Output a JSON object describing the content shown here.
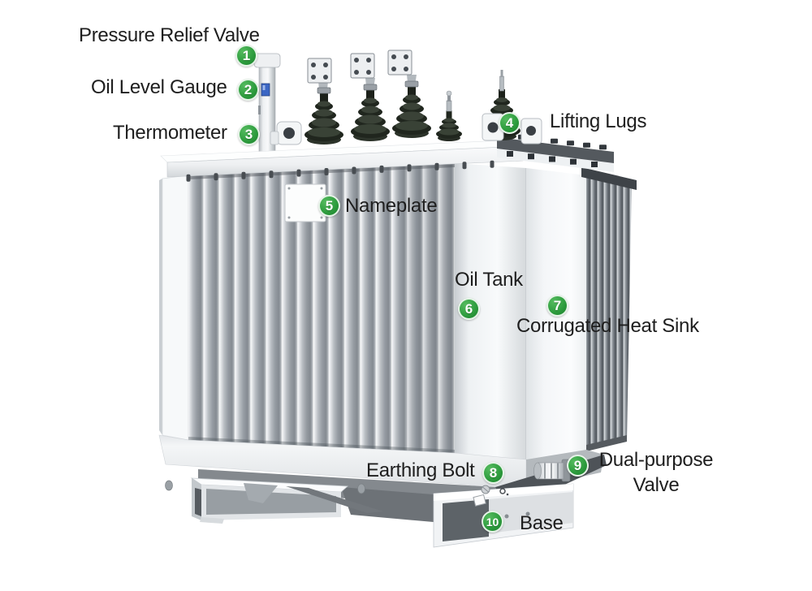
{
  "figure": {
    "type": "labeled-parts-diagram",
    "subject": "oil-immersed distribution transformer",
    "background": "#ffffff"
  },
  "colors": {
    "badge_green": "#2f9e3f",
    "badge_text": "#ffffff",
    "label_text": "#1e1e1e",
    "tank_light_gray": "#eef0f2",
    "fin_gray": "#969ca3",
    "bushing_dark": "#22281f",
    "oil_gauge_window_blue": "#3b66c4"
  },
  "callouts": [
    {
      "num": "1",
      "label": "Pressure Relief Valve"
    },
    {
      "num": "2",
      "label": "Oil Level Gauge"
    },
    {
      "num": "3",
      "label": "Thermometer"
    },
    {
      "num": "4",
      "label": "Lifting Lugs"
    },
    {
      "num": "5",
      "label": "Nameplate"
    },
    {
      "num": "6",
      "label": "Oil Tank"
    },
    {
      "num": "7",
      "label": "Corrugated Heat Sink"
    },
    {
      "num": "8",
      "label": "Earthing Bolt"
    },
    {
      "num": "9",
      "label": "Dual-purpose Valve"
    },
    {
      "num": "10",
      "label": "Base"
    }
  ]
}
